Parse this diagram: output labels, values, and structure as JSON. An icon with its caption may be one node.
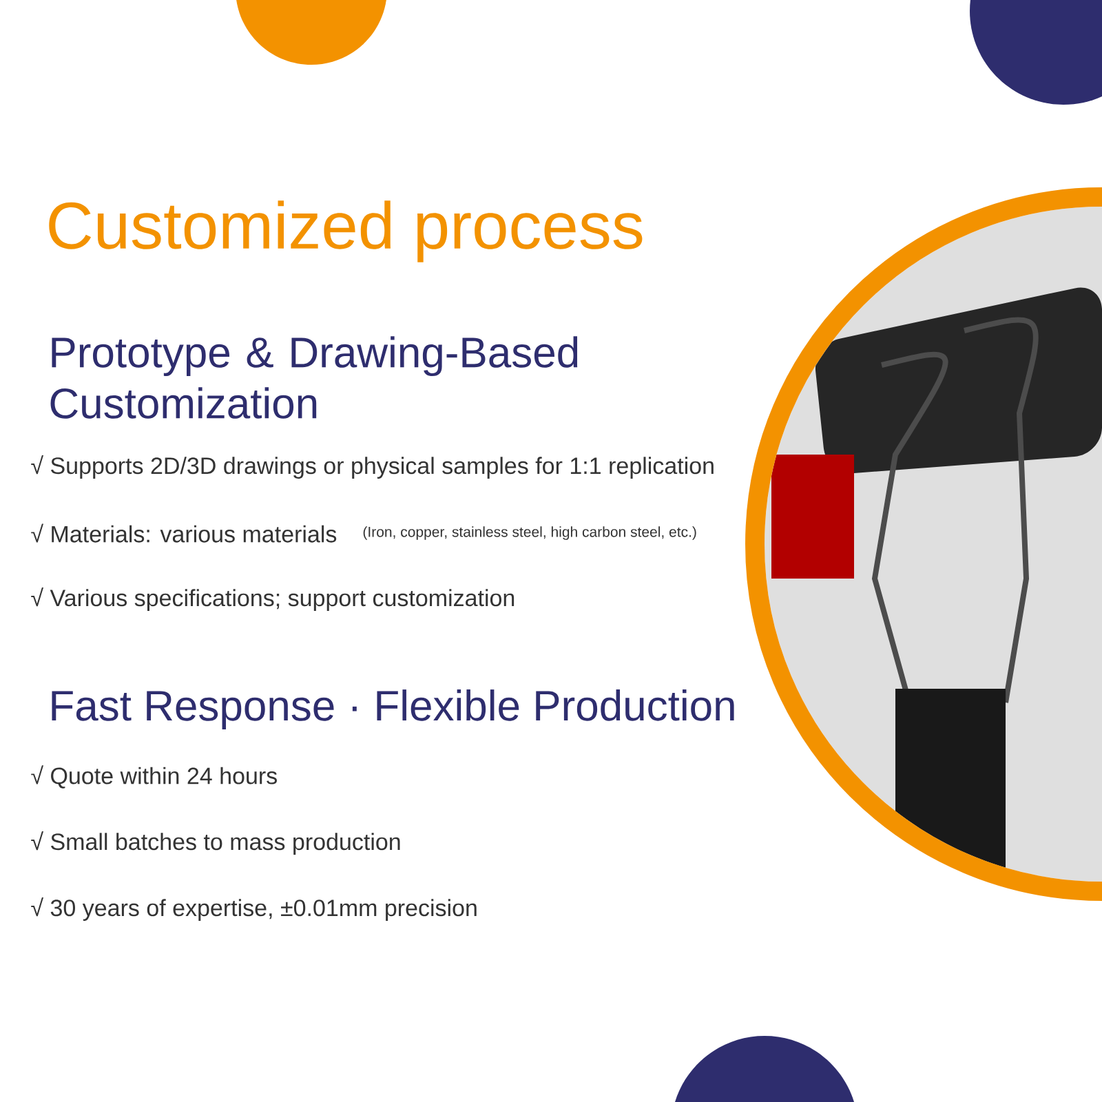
{
  "diagram": {
    "title": "Customized process",
    "labels": [
      "Prototype & Drawing-Based Customization",
      "√ Supports 2D/3D drawings or physical samples for 1:1 replication",
      "√ Materials: various materials",
      "(Iron, copper, stainless steel, high carbon steel, etc.)",
      "√ Various specifications; support customization",
      "Fast Response · Flexible Production",
      "√ Quote within 24 hours",
      "√ Small batches to mass production",
      "√ 30 years of expertise, ±0.01mm precision"
    ]
  }
}
